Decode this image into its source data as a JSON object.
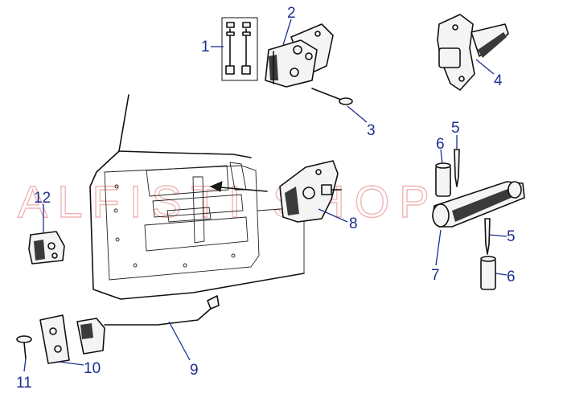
{
  "watermark": {
    "text": "ALFISTI SHOP"
  },
  "callouts": [
    {
      "id": "1",
      "label": "1"
    },
    {
      "id": "2",
      "label": "2"
    },
    {
      "id": "3",
      "label": "3"
    },
    {
      "id": "4",
      "label": "4"
    },
    {
      "id": "5a",
      "label": "5"
    },
    {
      "id": "5b",
      "label": "5"
    },
    {
      "id": "6a",
      "label": "6"
    },
    {
      "id": "6b",
      "label": "6"
    },
    {
      "id": "7",
      "label": "7"
    },
    {
      "id": "8",
      "label": "8"
    },
    {
      "id": "9",
      "label": "9"
    },
    {
      "id": "10",
      "label": "10"
    },
    {
      "id": "11",
      "label": "11"
    },
    {
      "id": "12",
      "label": "12"
    }
  ],
  "colors": {
    "callout": "#1d2f8f",
    "ink": "#111111",
    "watermark": "#f1b5b5"
  }
}
